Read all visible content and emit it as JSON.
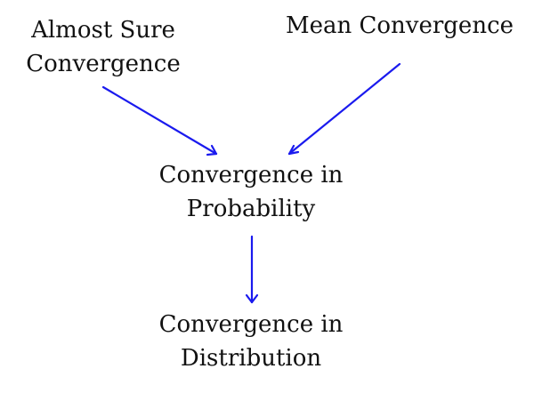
{
  "nodes": {
    "almost_sure": [
      "Almost Sure",
      "Convergence"
    ],
    "mean": [
      "Mean Convergence"
    ],
    "probability": [
      "Convergence in",
      "Probability"
    ],
    "distribution": [
      "Convergence in",
      "Distribution"
    ]
  },
  "edges": [
    {
      "from": "almost_sure",
      "to": "probability"
    },
    {
      "from": "mean",
      "to": "probability"
    },
    {
      "from": "probability",
      "to": "distribution"
    }
  ],
  "colors": {
    "arrow": "#1a1aee",
    "text": "#111111",
    "background": "#ffffff"
  }
}
